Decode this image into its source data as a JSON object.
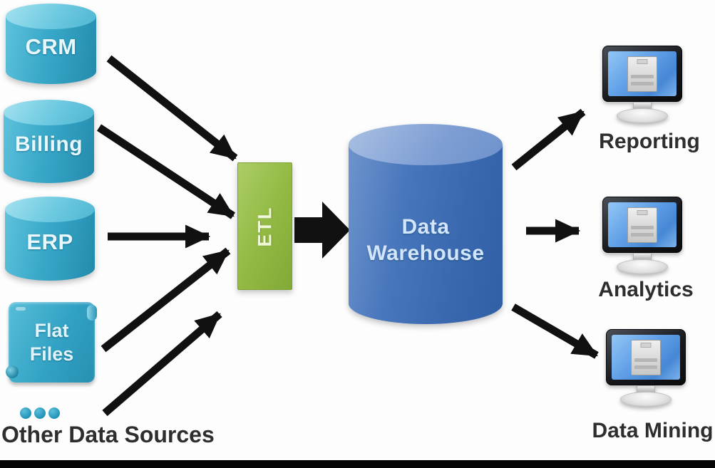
{
  "sources": [
    {
      "id": "crm",
      "label": "CRM",
      "shape": "cylinder"
    },
    {
      "id": "billing",
      "label": "Billing",
      "shape": "cylinder"
    },
    {
      "id": "erp",
      "label": "ERP",
      "shape": "cylinder"
    },
    {
      "id": "flat-files",
      "label": "Flat Files",
      "shape": "scroll"
    },
    {
      "id": "other-data-sources",
      "label": "Other Data Sources",
      "shape": "ellipsis-dots",
      "dot_count": 3
    }
  ],
  "etl": {
    "label": "ETL"
  },
  "warehouse": {
    "label": "Data Warehouse",
    "shape": "cylinder"
  },
  "consumers": [
    {
      "id": "reporting",
      "label": "Reporting",
      "icon": "monitor-icon"
    },
    {
      "id": "analytics",
      "label": "Analytics",
      "icon": "monitor-icon"
    },
    {
      "id": "data-mining",
      "label": "Data Mining",
      "icon": "monitor-icon"
    }
  ],
  "flows": [
    {
      "from": "crm",
      "to": "etl"
    },
    {
      "from": "billing",
      "to": "etl"
    },
    {
      "from": "erp",
      "to": "etl"
    },
    {
      "from": "flat-files",
      "to": "etl"
    },
    {
      "from": "other-data-sources",
      "to": "etl"
    },
    {
      "from": "etl",
      "to": "warehouse"
    },
    {
      "from": "warehouse",
      "to": "reporting"
    },
    {
      "from": "warehouse",
      "to": "analytics"
    },
    {
      "from": "warehouse",
      "to": "data-mining"
    }
  ],
  "colors": {
    "source_cylinder": "#38a8c9",
    "warehouse_cylinder": "#3a68af",
    "etl_box": "#93ba44",
    "arrow": "#111111",
    "caption_text": "#2e2e2e",
    "node_text": "#e7f7fc"
  }
}
